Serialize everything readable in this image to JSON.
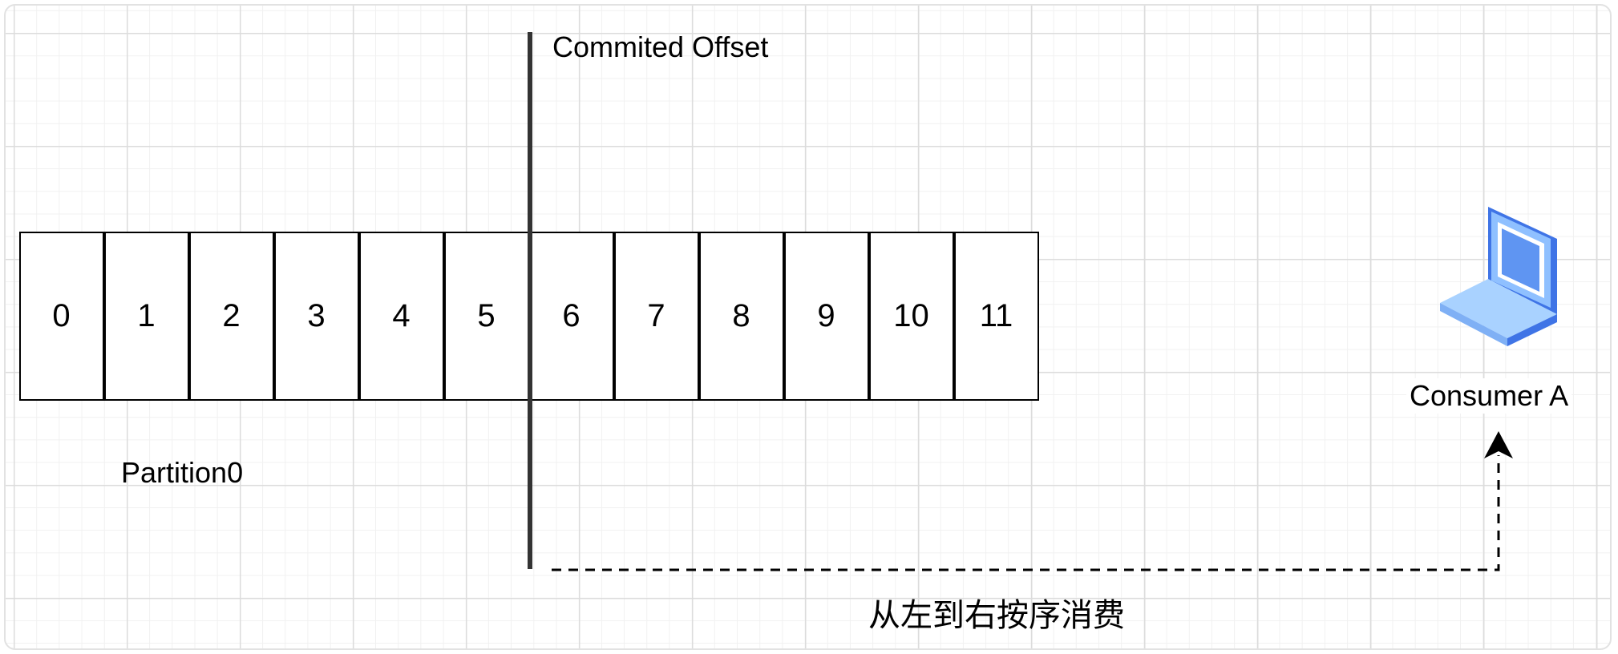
{
  "diagram": {
    "offset_label": "Commited Offset",
    "partition_label": "Partition0",
    "consumer_label": "Consumer A",
    "flow_label": "从左到右按序消费",
    "cells": [
      "0",
      "1",
      "2",
      "3",
      "4",
      "5",
      "6",
      "7",
      "8",
      "9",
      "10",
      "11"
    ],
    "consumer_icon": "laptop-icon",
    "colors": {
      "line": "#333333",
      "stroke": "#000000",
      "laptop_light": "#9ec9ff",
      "laptop_dark": "#3f74e6"
    }
  }
}
